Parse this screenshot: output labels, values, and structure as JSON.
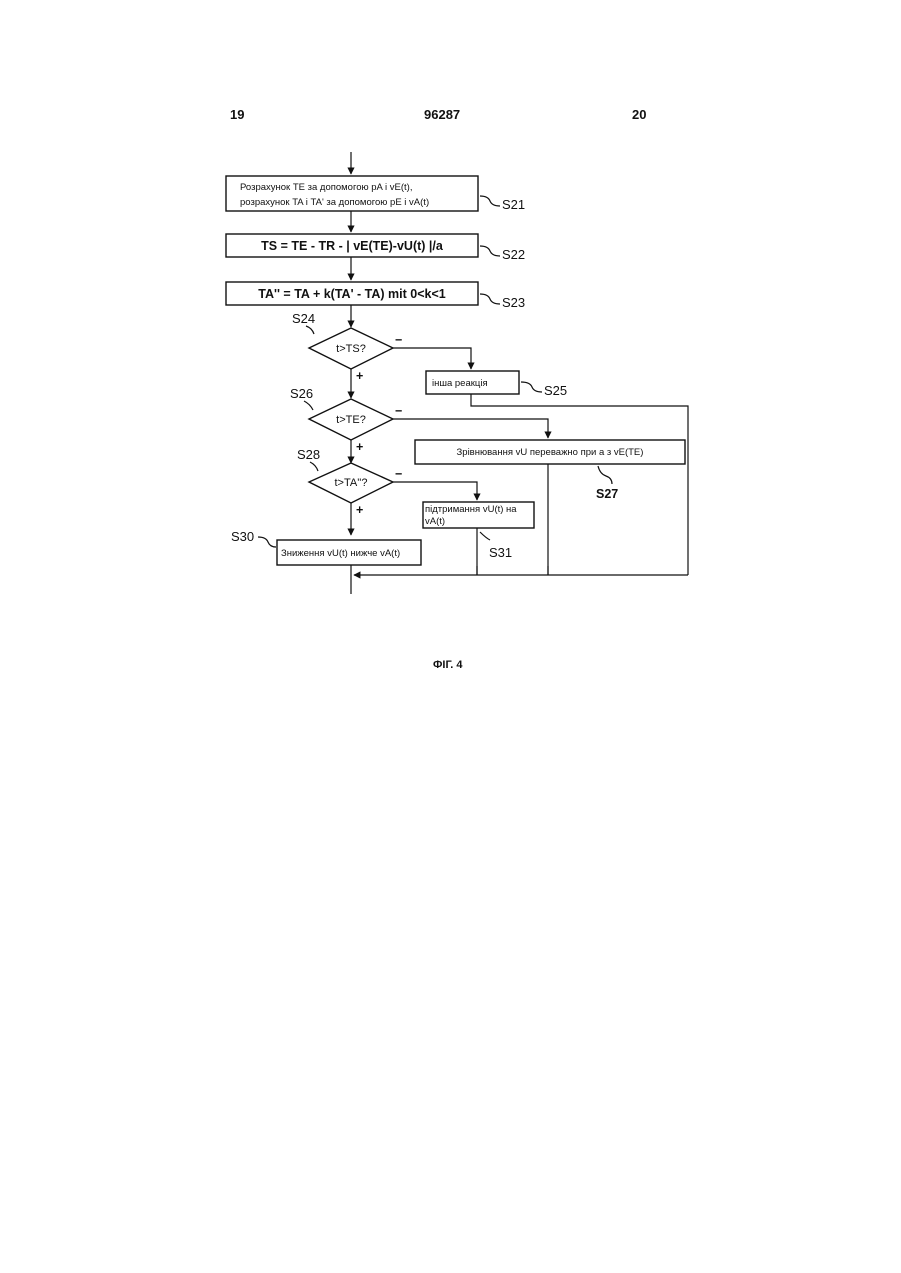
{
  "header": {
    "page_left": "19",
    "patent_number": "96287",
    "page_right": "20"
  },
  "flowchart": {
    "s21": {
      "label": "S21",
      "line1": "Розрахунок TE за допомогою pA і vE(t),",
      "line2": "розрахунок TA і TA' за допомогою pE і vA(t)"
    },
    "s22": {
      "label": "S22",
      "text": "TS = TE - TR - | vE(TE)-vU(t) |/a"
    },
    "s23": {
      "label": "S23",
      "text": "TA'' = TA + k(TA' - TA)   mit  0<k<1"
    },
    "s24": {
      "label": "S24",
      "text": "t>TS?",
      "no": "−",
      "yes": "+"
    },
    "s25": {
      "label": "S25",
      "text": "інша реакція"
    },
    "s26": {
      "label": "S26",
      "text": "t>TE?",
      "no": "−",
      "yes": "+"
    },
    "s27": {
      "label": "S27",
      "text": "Зрівнювання vU переважно при a з vE(TE)"
    },
    "s28": {
      "label": "S28",
      "text": "t>TA''?",
      "no": "−",
      "yes": "+"
    },
    "s30": {
      "label": "S30",
      "text": "Зниження vU(t) нижче vA(t)"
    },
    "s31": {
      "label": "S31",
      "line1": "підтримання vU(t) на",
      "line2": "vA(t)"
    }
  },
  "caption": "ФІГ. 4"
}
